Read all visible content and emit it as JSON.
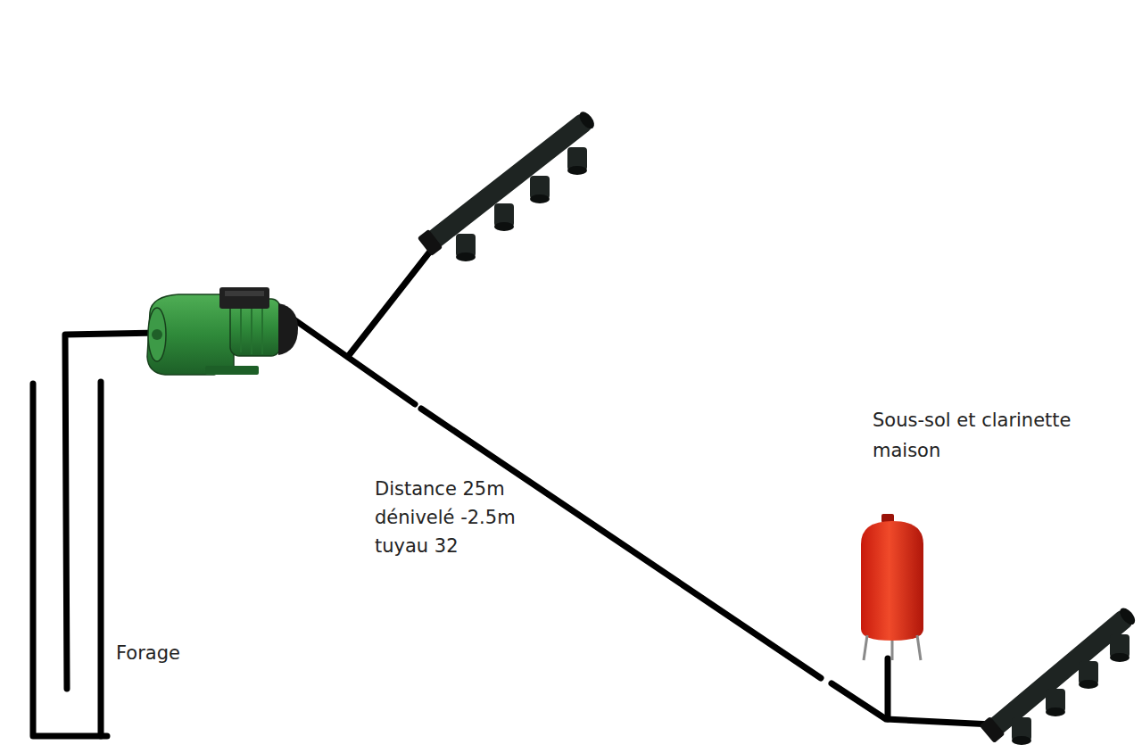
{
  "diagram": {
    "labels": [
      "Distance 25m",
      "dénivelé -2.5m",
      "tuyau 32",
      "Sous-sol et clarinette maison",
      "Forage"
    ]
  }
}
